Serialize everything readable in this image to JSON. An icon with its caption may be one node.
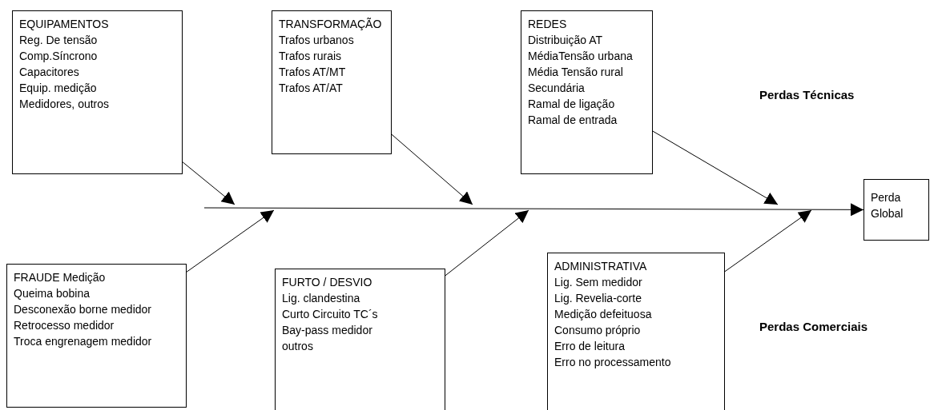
{
  "diagram": {
    "nodes": [
      {
        "text": [
          "EQUIPAMENTOS",
          "Reg. De tensão",
          "Comp.Síncrono",
          "Capacitores",
          "Equip. medição",
          "Medidores, outros"
        ]
      },
      {
        "text": [
          "TRANSFORMAÇÃO",
          "Trafos urbanos",
          "Trafos rurais",
          "Trafos AT/MT",
          "Trafos AT/AT"
        ]
      },
      {
        "text": [
          "REDES",
          "Distribuição AT",
          "MédiaTensão urbana",
          "Média Tensão rural",
          "Secundária",
          "Ramal de ligação",
          "Ramal de entrada"
        ]
      },
      {
        "text": [
          "FRAUDE Medição",
          "Queima bobina",
          "Desconexão borne medidor",
          "Retrocesso medidor",
          "Troca engrenagem medidor"
        ]
      },
      {
        "text": [
          "FURTO / DESVIO",
          "Lig. clandestina",
          "Curto Circuito TC´s",
          "Bay-pass medidor",
          "outros"
        ]
      },
      {
        "text": [
          "ADMINISTRATIVA",
          "Lig. Sem medidor",
          "Lig. Revelia-corte",
          "Medição defeituosa",
          "Consumo próprio",
          "Erro de leitura",
          "Erro no processamento"
        ]
      },
      {
        "text": [
          "Perda Global"
        ]
      }
    ],
    "edges": [
      {
        "from": 0,
        "to": null,
        "arrow": "to"
      },
      {
        "from": 1,
        "to": null,
        "arrow": "to"
      },
      {
        "from": 2,
        "to": null,
        "arrow": "to"
      },
      {
        "from": 3,
        "to": null,
        "arrow": "to"
      },
      {
        "from": 4,
        "to": null,
        "arrow": "to"
      },
      {
        "from": 5,
        "to": null,
        "arrow": "to"
      },
      {
        "from": null,
        "to": 6,
        "arrow": "to"
      }
    ],
    "labels": [
      "Perdas Técnicas",
      "Perdas Comerciais"
    ]
  }
}
